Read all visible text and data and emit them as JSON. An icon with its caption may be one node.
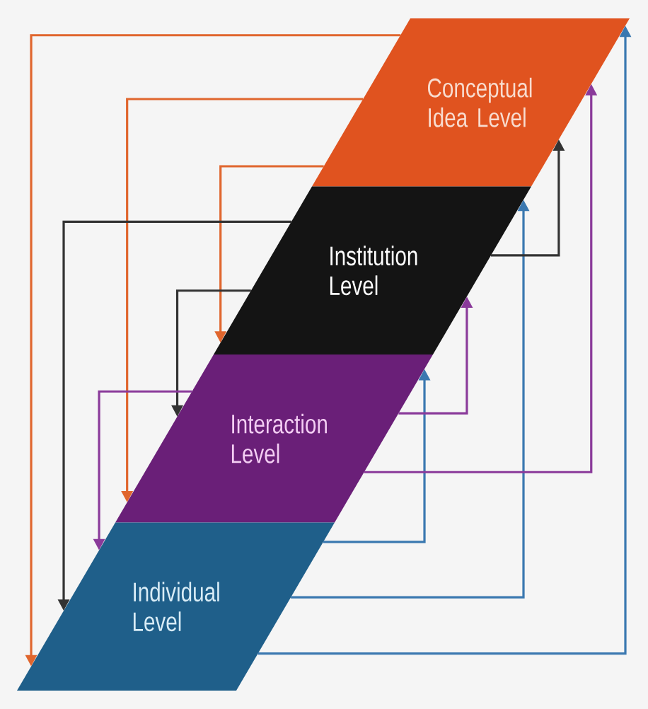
{
  "diagram": {
    "nodes": [
      {
        "text": [
          "Conceptual Idea Level"
        ]
      },
      {
        "text": [
          "Institution Level"
        ]
      },
      {
        "text": [
          "Interaction Level"
        ]
      },
      {
        "text": [
          "Individual Level"
        ]
      }
    ],
    "edges": [
      {
        "from": 0,
        "to": 3,
        "arrow": "to",
        "color": "#e0662e"
      },
      {
        "from": 0,
        "to": 2,
        "arrow": "to",
        "color": "#e0662e"
      },
      {
        "from": 0,
        "to": 1,
        "arrow": "to",
        "color": "#e0662e"
      },
      {
        "from": 1,
        "to": 3,
        "arrow": "to",
        "color": "#333333"
      },
      {
        "from": 1,
        "to": 2,
        "arrow": "to",
        "color": "#333333"
      },
      {
        "from": 2,
        "to": 3,
        "arrow": "to",
        "color": "#8a3a9a"
      },
      {
        "from": 3,
        "to": 2,
        "arrow": "to",
        "color": "#3a78b0"
      },
      {
        "from": 3,
        "to": 1,
        "arrow": "to",
        "color": "#3a78b0"
      },
      {
        "from": 3,
        "to": 0,
        "arrow": "to",
        "color": "#3a78b0"
      },
      {
        "from": 2,
        "to": 1,
        "arrow": "to",
        "color": "#8a3a9a"
      },
      {
        "from": 2,
        "to": 0,
        "arrow": "to",
        "color": "#8a3a9a"
      },
      {
        "from": 1,
        "to": 0,
        "arrow": "to",
        "color": "#333333"
      }
    ]
  }
}
